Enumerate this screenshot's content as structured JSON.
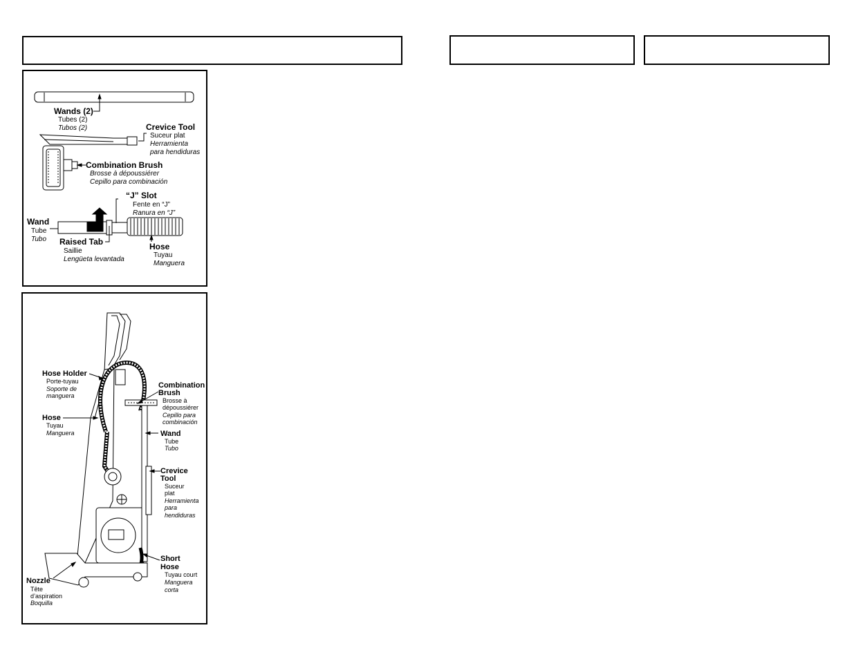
{
  "accessories_panel": {
    "wands": {
      "en": "Wands (2)",
      "fr": "Tubes (2)",
      "es": "Tubos (2)"
    },
    "crevice_tool": {
      "en": "Crevice Tool",
      "fr": "Suceur plat",
      "es_1": "Herramienta",
      "es_2": "para hendiduras"
    },
    "combination_brush": {
      "en": "Combination Brush",
      "fr": "Brosse à dépoussiérer",
      "es": "Cepillo para combinación"
    },
    "j_slot": {
      "en": "“J” Slot",
      "fr": "Fente en “J”",
      "es": "Ranura en “J”"
    },
    "wand": {
      "en": "Wand",
      "fr": "Tube",
      "es": "Tubo"
    },
    "raised_tab": {
      "en": "Raised Tab",
      "fr": "Saillie",
      "es": "Lengüeta levantada"
    },
    "hose": {
      "en": "Hose",
      "fr": "Tuyau",
      "es": "Manguera"
    }
  },
  "vacuum_panel": {
    "hose_holder": {
      "en": "Hose Holder",
      "fr": "Porte-tuyau",
      "es_1": "Soporte de",
      "es_2": "manguera"
    },
    "hose": {
      "en": "Hose",
      "fr": "Tuyau",
      "es": "Manguera"
    },
    "nozzle": {
      "en": "Nozzle",
      "fr_1": "Tête",
      "fr_2": "d’aspiration",
      "es": "Boquilla"
    },
    "combination_brush": {
      "en_1": "Combination",
      "en_2": "Brush",
      "fr_1": "Brosse à",
      "fr_2": "dépoussiérer",
      "es_1": "Cepillo para",
      "es_2": "combinación"
    },
    "wand": {
      "en": "Wand",
      "fr": "Tube",
      "es": "Tubo"
    },
    "crevice_tool": {
      "en_1": "Crevice",
      "en_2": "Tool",
      "fr_1": "Suceur",
      "fr_2": "plat",
      "es_1": "Herramienta",
      "es_2": "para",
      "es_3": "hendiduras"
    },
    "short_hose": {
      "en_1": "Short",
      "en_2": "Hose",
      "fr": "Tuyau court",
      "es_1": "Manguera",
      "es_2": "corta"
    }
  }
}
